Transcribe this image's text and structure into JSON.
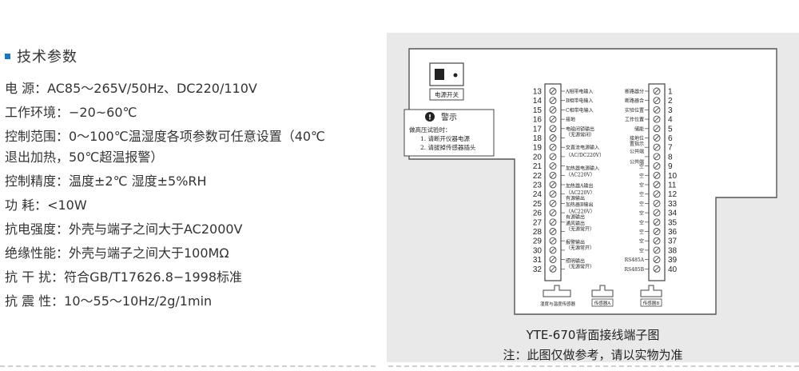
{
  "spec": {
    "heading": "技术参数",
    "lines": [
      "电    源：AC85～265V/50Hz、DC220/110V",
      "工作环境：−20~60℃",
      "控制范围：0～100℃温湿度各项参数可任意设置（40℃",
      "退出加热，50℃超温报警）",
      "控制精度：温度±2℃    湿度±5%RH",
      "功    耗：<10W",
      "抗电强度：外壳与端子之间大于AC2000V",
      "绝缘性能：外壳与端子之间大于100MΩ",
      "抗 干 扰：符合GB/T17626.8−1998标准",
      "抗 震 性：10～55～10Hz/2g/1min"
    ]
  },
  "diagram": {
    "power_switch_label": "电源开关",
    "warning": {
      "title": "警示",
      "intro": "做高压试验时：",
      "items": [
        "1. 请断开仪器电源",
        "2. 请拔掉传感器插头"
      ]
    },
    "left_terminals": [
      "13",
      "14",
      "15",
      "16",
      "17",
      "18",
      "19",
      "20",
      "21",
      "22",
      "23",
      "24",
      "25",
      "26",
      "27",
      "28",
      "29",
      "30",
      "31",
      "32"
    ],
    "right_terminals": [
      "1",
      "2",
      "3",
      "4",
      "5",
      "6",
      "7",
      "8",
      "9",
      "10",
      "11",
      "12",
      "33",
      "34",
      "35",
      "36",
      "37",
      "38",
      "39",
      "40"
    ],
    "left_labels": [
      {
        "text": "A相带电输入",
        "row": 0
      },
      {
        "text": "B相带电输入",
        "row": 1
      },
      {
        "text": "C相带电输入",
        "row": 2
      },
      {
        "text": "接地",
        "row": 3
      },
      {
        "text": "电磁闭锁输出",
        "row": 4
      },
      {
        "text": "（无源常闭）",
        "row": 4.6
      },
      {
        "text": "交直流电源输入",
        "row": 6
      },
      {
        "text": "（AC/DC220V）",
        "row": 6.8
      },
      {
        "text": "加热器电源输入",
        "row": 8.2
      },
      {
        "text": "（AC220V）",
        "row": 8.9
      },
      {
        "text": "加热器A输出",
        "row": 10.1
      },
      {
        "text": "（AC220V）",
        "row": 10.8
      },
      {
        "text": "有源输出",
        "row": 11.4
      },
      {
        "text": "加热器B输出",
        "row": 12.1
      },
      {
        "text": "（AC220V）",
        "row": 12.8
      },
      {
        "text": "有源输出",
        "row": 13.4
      },
      {
        "text": "通风输出",
        "row": 14.1
      },
      {
        "text": "（无源常开）",
        "row": 14.7
      },
      {
        "text": "报警输出",
        "row": 16.1
      },
      {
        "text": "（无源常开）",
        "row": 16.7
      },
      {
        "text": "照明输出",
        "row": 18.1
      },
      {
        "text": "（无源常开）",
        "row": 18.7
      }
    ],
    "right_labels": [
      {
        "text": "断路器分",
        "row": 0
      },
      {
        "text": "断路器合",
        "row": 1
      },
      {
        "text": "实验位置",
        "row": 2
      },
      {
        "text": "工作位置",
        "row": 3
      },
      {
        "text": "储能",
        "row": 4
      },
      {
        "text": "接地位",
        "row": 5
      },
      {
        "text": "置指示",
        "row": 5.6
      },
      {
        "text": "公共端",
        "row": 6.4
      },
      {
        "text": "公共端",
        "row": 7.5
      },
      {
        "text": "空",
        "row": 8
      },
      {
        "text": "空",
        "row": 9
      },
      {
        "text": "空",
        "row": 10
      },
      {
        "text": "空",
        "row": 11
      },
      {
        "text": "空",
        "row": 12
      },
      {
        "text": "空",
        "row": 13
      },
      {
        "text": "空",
        "row": 14
      },
      {
        "text": "空",
        "row": 15
      },
      {
        "text": "空",
        "row": 16
      },
      {
        "text": "空",
        "row": 17
      },
      {
        "text": "RS485A",
        "row": 18
      },
      {
        "text": "RS485B",
        "row": 19
      }
    ],
    "bottom_labels": [
      "湿度与温度传感器",
      "传感器A",
      "传感器B"
    ]
  },
  "caption": {
    "title": "YTE-670背面接线端子图",
    "note": "注：此图仅做参考，请以实物为准"
  }
}
